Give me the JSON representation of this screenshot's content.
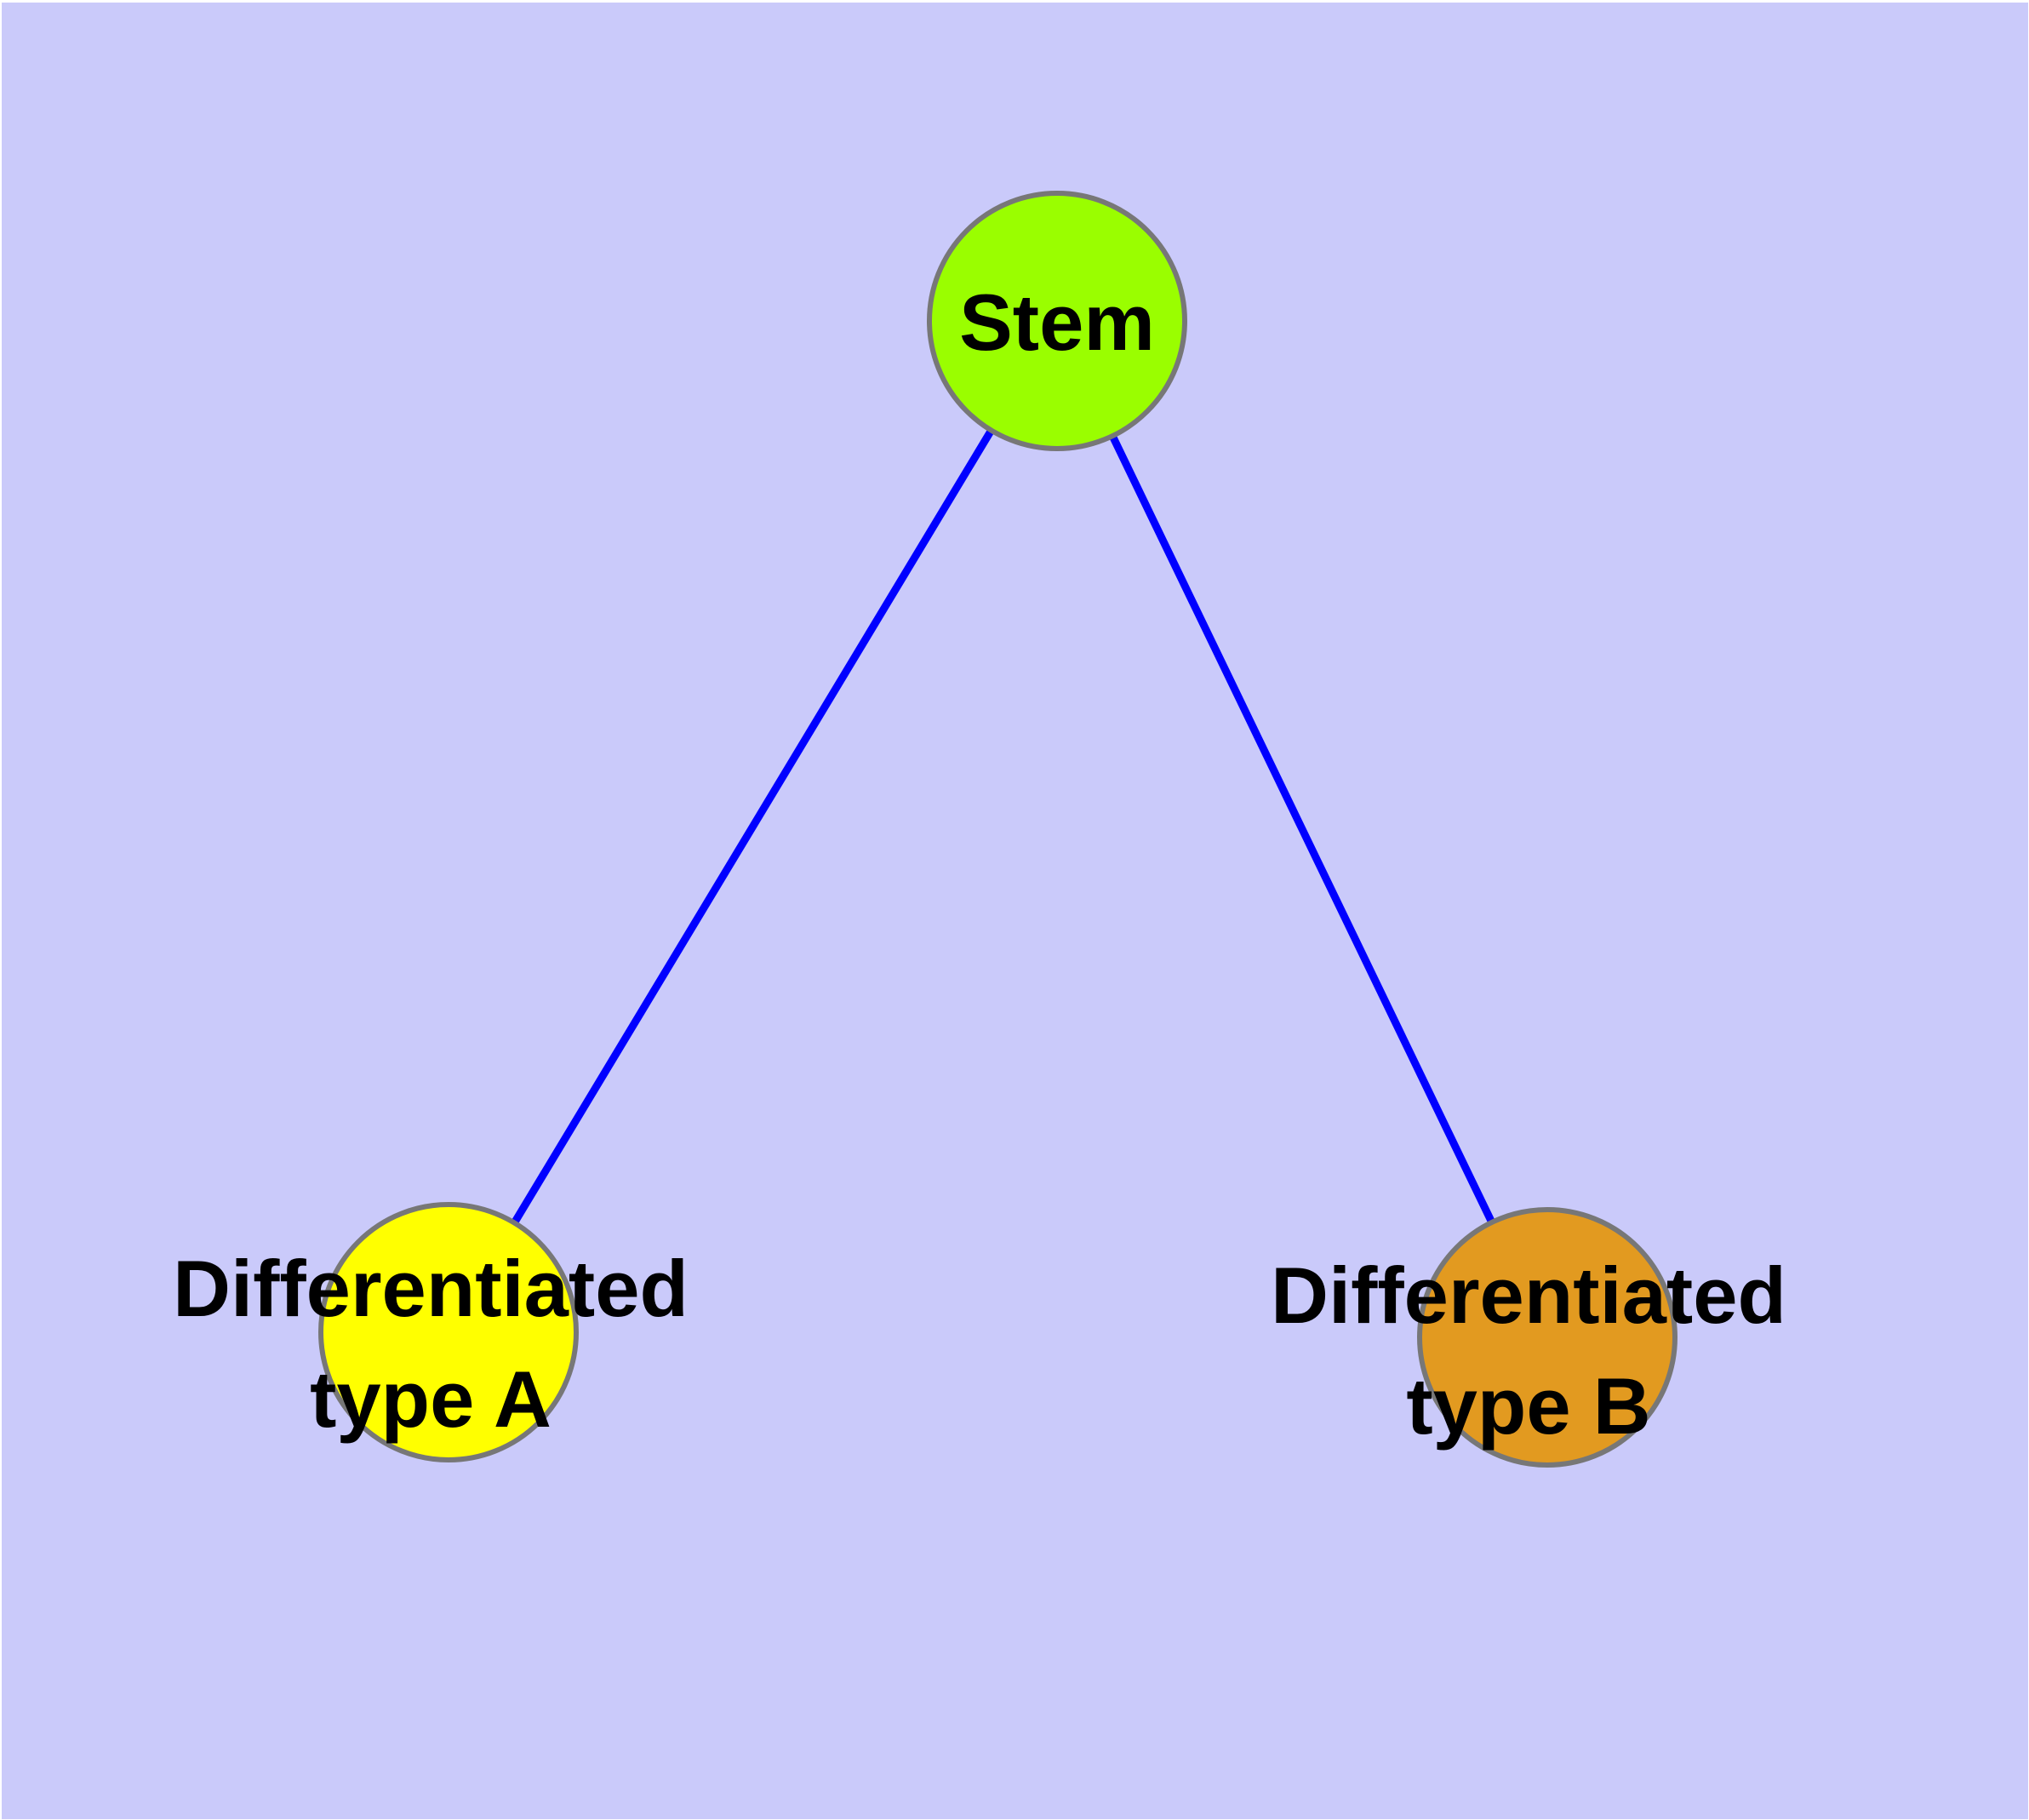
{
  "diagram": {
    "background_color": "#CACAFA",
    "edge_color": "#0000FF",
    "node_border_color": "#777777",
    "label_text_color": "#000000",
    "nodes": [
      {
        "id": "stem",
        "label": "Stem",
        "fill": "#9AFE00"
      },
      {
        "id": "differentiated-type-a",
        "label_line1": "Differentiated",
        "label_line2": "type A",
        "fill": "#FFFF00"
      },
      {
        "id": "differentiated-type-b",
        "label_line1": "Differentiated",
        "label_line2": "type B",
        "fill": "#E29A20"
      }
    ],
    "edges": [
      {
        "from": "Stem",
        "to": "Differentiated type A"
      },
      {
        "from": "Stem",
        "to": "Differentiated type B"
      }
    ]
  }
}
